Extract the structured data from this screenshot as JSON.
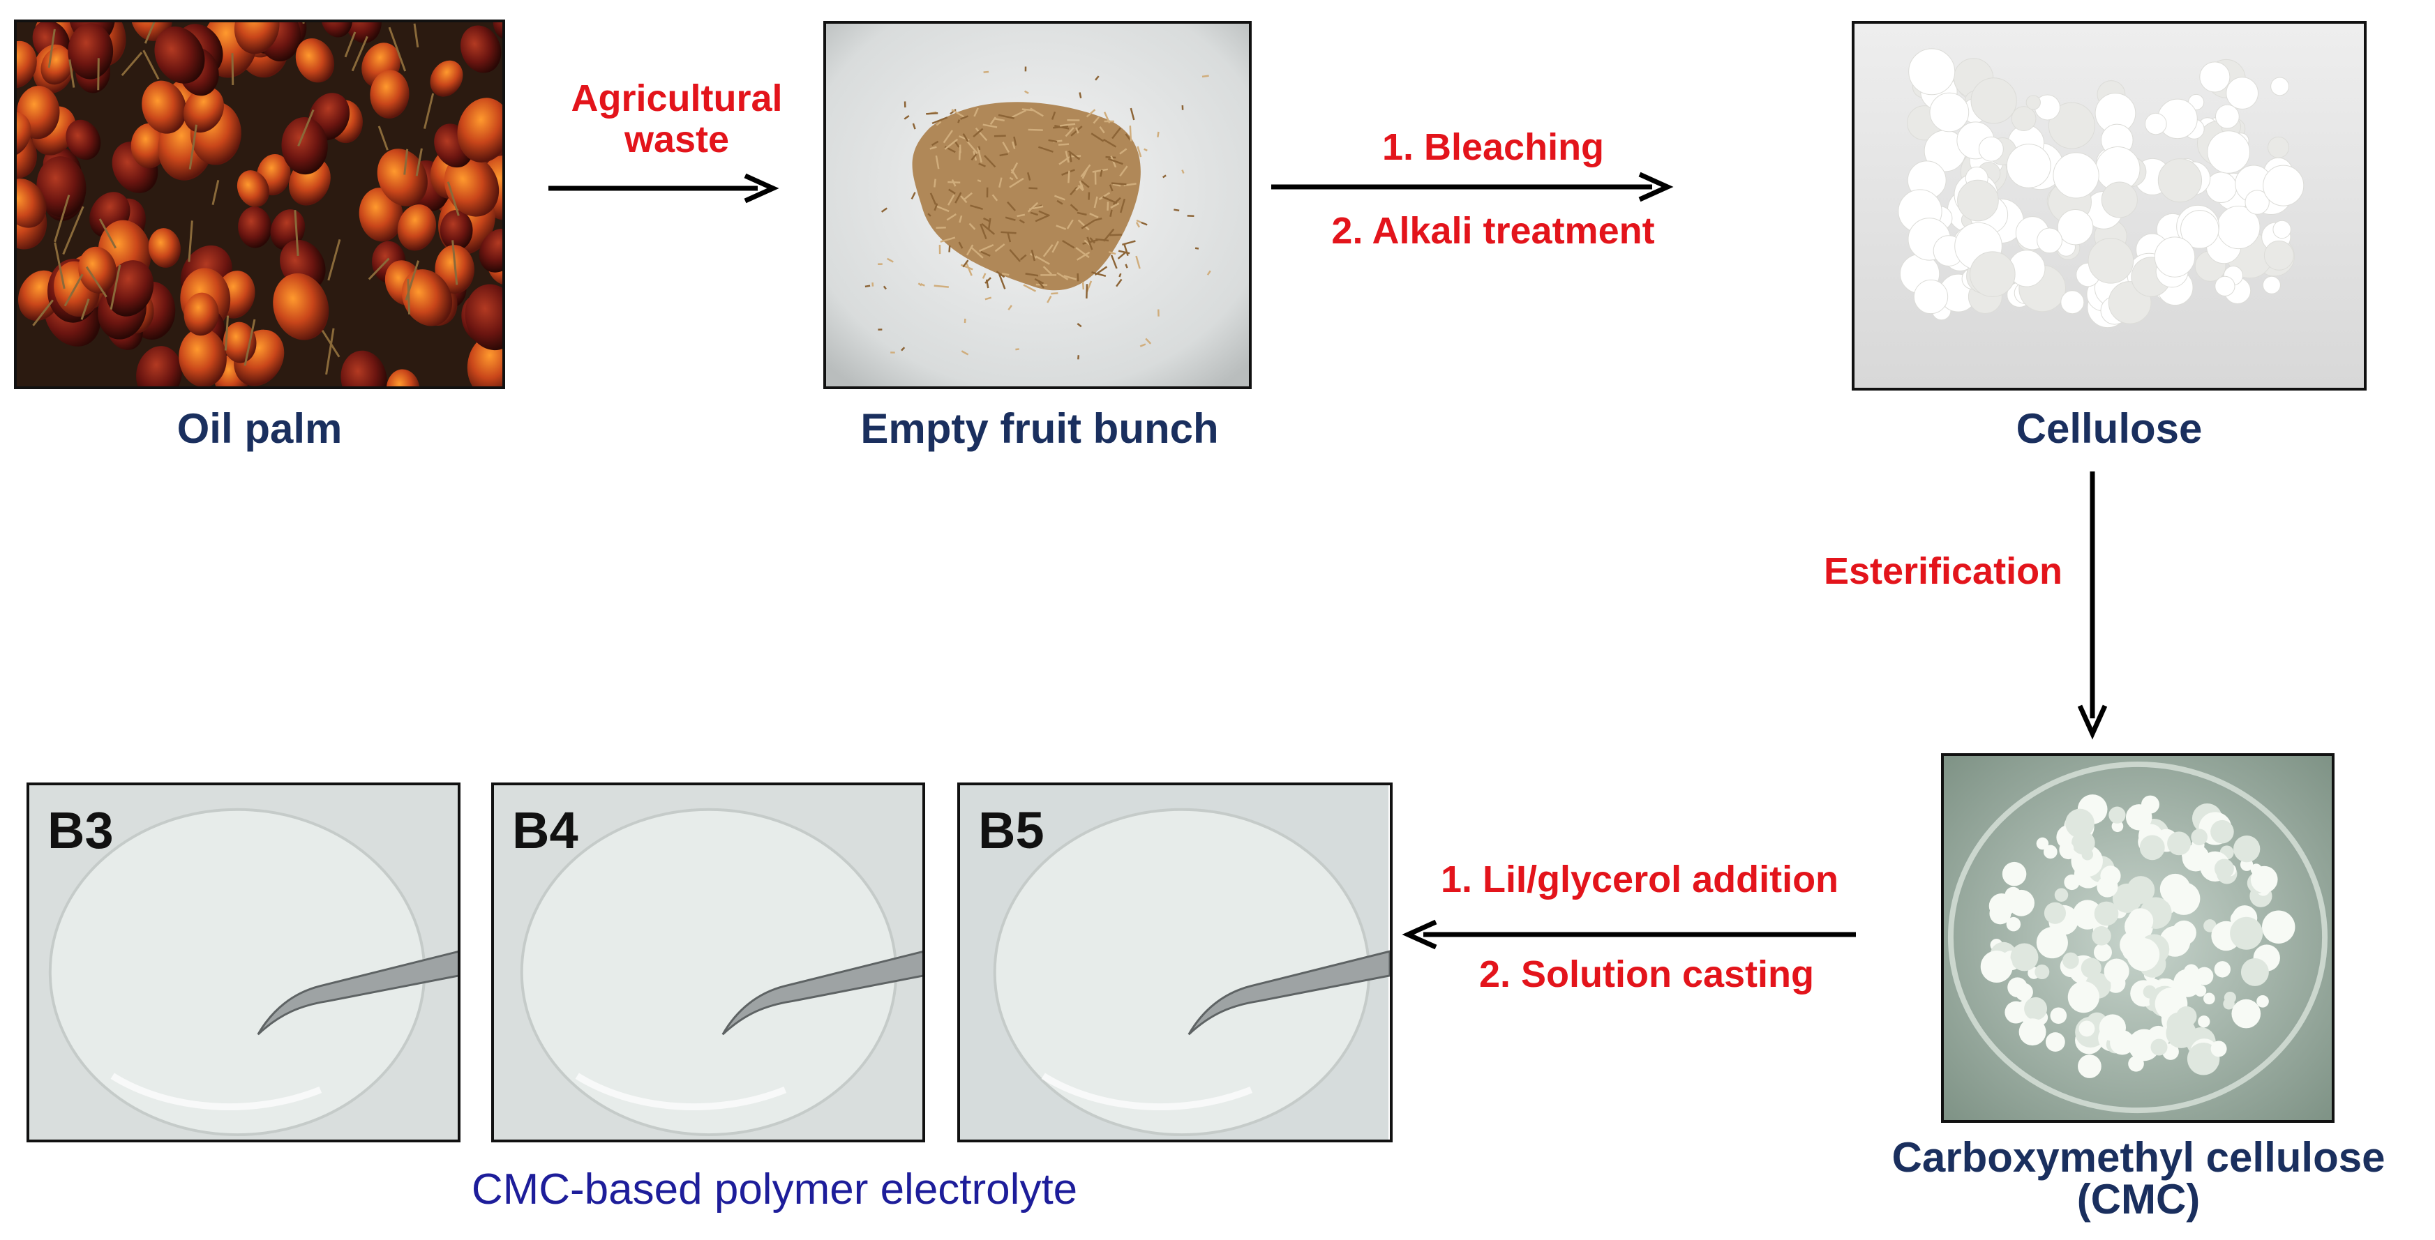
{
  "diagram": {
    "nodes": {
      "oil_palm": {
        "label": "Oil palm",
        "icon": "oil-palm-fruit-photo"
      },
      "efb": {
        "label": "Empty fruit bunch",
        "icon": "fiber-petri-dish-photo"
      },
      "cellulose": {
        "label": "Cellulose",
        "icon": "white-cellulose-photo"
      },
      "cmc": {
        "label_line1": "Carboxymethyl cellulose",
        "label_line2": "(CMC)",
        "icon": "cmc-powder-dish-photo"
      }
    },
    "steps": {
      "agricultural": {
        "line1": "Agricultural",
        "line2": "waste"
      },
      "bleaching": {
        "line1": "1. Bleaching",
        "line2": "2. Alkali treatment"
      },
      "esterification": {
        "line1": "Esterification"
      },
      "casting": {
        "line1": "1. LiI/glycerol addition",
        "line2": "2. Solution casting"
      }
    },
    "films": [
      {
        "tag": "B3"
      },
      {
        "tag": "B4"
      },
      {
        "tag": "B5"
      }
    ],
    "films_caption": "CMC-based polymer electrolyte"
  },
  "colors": {
    "step_text": "#e3141b",
    "label_text": "#1a2f5e",
    "caption_text": "#1d1d9a",
    "arrow": "#000000"
  }
}
